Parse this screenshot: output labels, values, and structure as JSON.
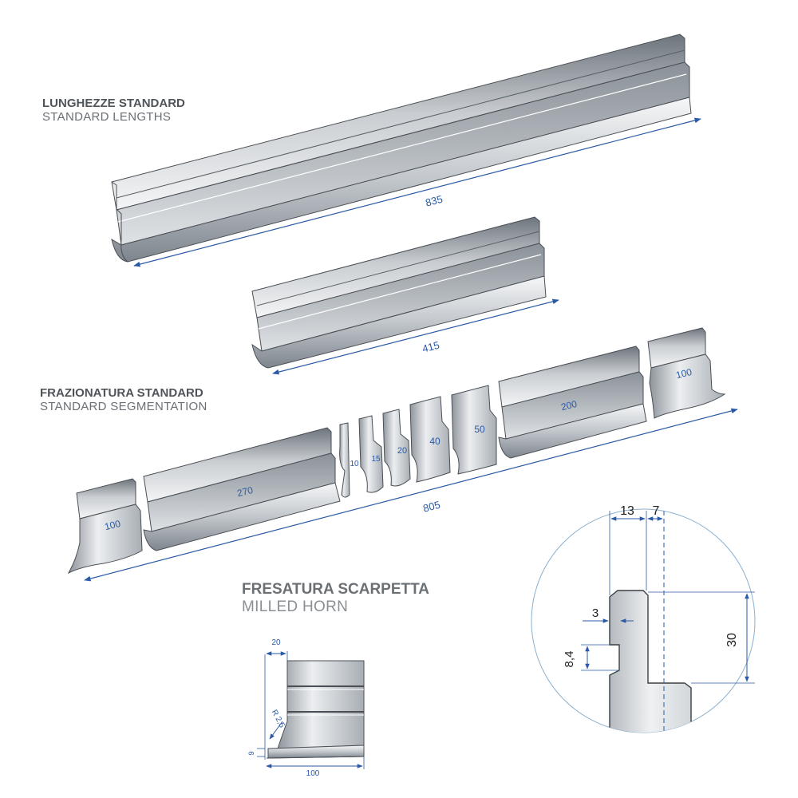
{
  "sections": {
    "standard_lengths": {
      "title_it": "LUNGHEZZE STANDARD",
      "title_en": "STANDARD LENGTHS"
    },
    "standard_segmentation": {
      "title_it": "FRAZIONATURA STANDARD",
      "title_en": "STANDARD SEGMENTATION"
    },
    "milled_horn": {
      "title_it": "FRESATURA SCARPETTA",
      "title_en": "MILLED HORN"
    }
  },
  "standard_lengths": {
    "long_bar": "835",
    "short_bar": "415"
  },
  "segmentation": {
    "total": "805",
    "segments": [
      "100",
      "270",
      "10",
      "15",
      "20",
      "40",
      "50",
      "200",
      "100"
    ]
  },
  "milled_horn": {
    "width": "100",
    "top": "20",
    "radius": "R 2,5",
    "height": "9"
  },
  "profile_detail": {
    "a": "13",
    "b": "7",
    "c": "3",
    "d": "8,4",
    "e": "30"
  },
  "colors": {
    "dimension": "#2a5aa6",
    "steel_dark": "#7d848c",
    "steel_light": "#eef0f2",
    "outline": "#4a4f55"
  }
}
